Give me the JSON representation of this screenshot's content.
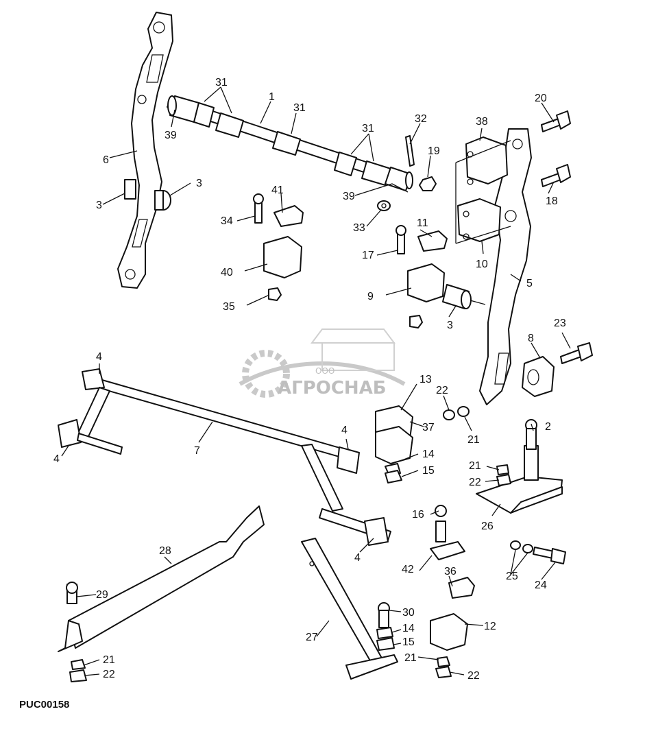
{
  "diagram": {
    "drawing_code": "PUC00158",
    "watermark": {
      "prefix": "ООО",
      "name": "АГРОСНАБ"
    },
    "callouts": [
      "1",
      "2",
      "3",
      "4",
      "5",
      "6",
      "7",
      "8",
      "9",
      "10",
      "11",
      "12",
      "13",
      "14",
      "15",
      "16",
      "17",
      "18",
      "19",
      "20",
      "21",
      "22",
      "23",
      "24",
      "25",
      "26",
      "27",
      "28",
      "29",
      "30",
      "31",
      "32",
      "33",
      "34",
      "35",
      "36",
      "37",
      "38",
      "39",
      "40",
      "41",
      "42"
    ]
  }
}
